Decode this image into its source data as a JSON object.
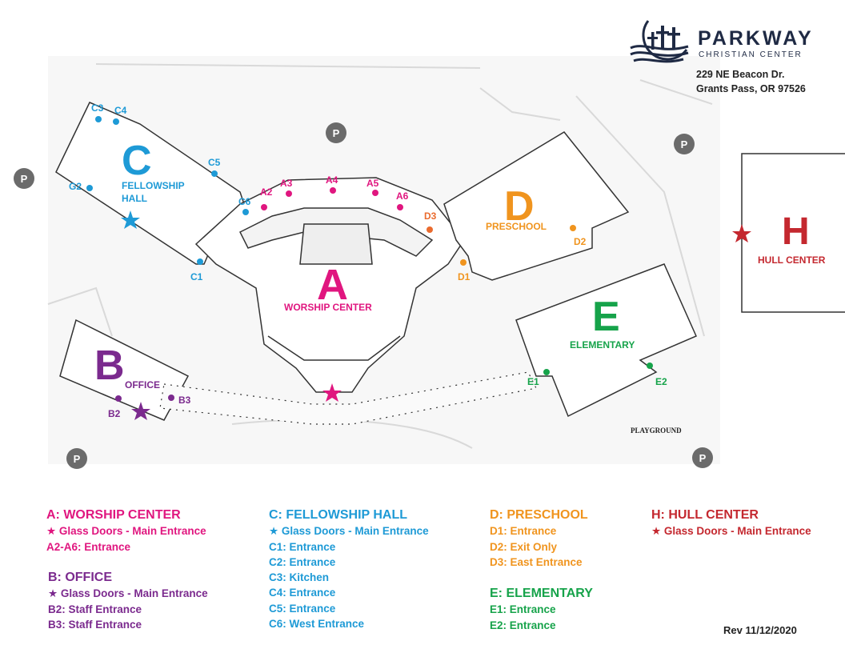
{
  "brand": {
    "name": "PARKWAY",
    "subtitle": "CHRISTIAN CENTER",
    "address_line1": "229 NE Beacon Dr.",
    "address_line2": "Grants Pass, OR 97526"
  },
  "map": {
    "parking_letter": "P",
    "buildings": [
      {
        "letter": "A",
        "label": "WORSHIP CENTER",
        "color": "#e0167f"
      },
      {
        "letter": "B",
        "label": "OFFICE",
        "color": "#7b2a8e"
      },
      {
        "letter": "C",
        "label_line1": "FELLOWSHIP",
        "label_line2": "HALL",
        "color": "#1e9ad6"
      },
      {
        "letter": "D",
        "label": "PRESCHOOL",
        "color": "#f0941e"
      },
      {
        "letter": "E",
        "label": "ELEMENTARY",
        "color": "#16a34a"
      },
      {
        "letter": "H",
        "label": "HULL CENTER",
        "color": "#c4282f"
      }
    ],
    "playground": "PLAYGROUND",
    "pins": {
      "a2": "A2",
      "a3": "A3",
      "a4": "A4",
      "a5": "A5",
      "a6": "A6",
      "b2": "B2",
      "b3": "B3",
      "c1": "C1",
      "c3": "C3",
      "c4": "C4",
      "c5": "C5",
      "c6": "C6",
      "g2": "G2",
      "d1": "D1",
      "d2": "D2",
      "d3": "D3",
      "e1": "E1",
      "e2": "E2"
    }
  },
  "legend": {
    "a": {
      "title": "A: WORSHIP CENTER",
      "items": [
        "Glass Doors - Main Entrance",
        "A2-A6: Entrance"
      ]
    },
    "b": {
      "title": "B: OFFICE",
      "items": [
        "Glass Doors - Main Entrance",
        "B2: Staff Entrance",
        "B3: Staff Entrance"
      ]
    },
    "c": {
      "title": "C: FELLOWSHIP HALL",
      "items": [
        "Glass Doors - Main Entrance",
        "C1: Entrance",
        "C2: Entrance",
        "C3: Kitchen",
        "C4: Entrance",
        "C5: Entrance",
        "C6: West Entrance"
      ]
    },
    "d": {
      "title": "D: PRESCHOOL",
      "items": [
        "D1: Entrance",
        "D2: Exit Only",
        "D3: East Entrance"
      ]
    },
    "e": {
      "title": "E: ELEMENTARY",
      "items": [
        "E1: Entrance",
        "E2: Entrance"
      ]
    },
    "h": {
      "title": "H: HULL CENTER",
      "items": [
        "Glass Doors - Main Entrance"
      ]
    }
  },
  "revision": "Rev 11/12/2020",
  "colors": {
    "worship": "#e0167f",
    "office": "#7b2a8e",
    "fellowship": "#1e9ad6",
    "preschool": "#f0941e",
    "elementary": "#16a34a",
    "hull": "#c4282f",
    "parking": "#6b6b6b",
    "brand": "#1f2a44"
  },
  "icons": {
    "star": "star-icon",
    "parking": "parking-icon",
    "logo": "crosses-logo-icon"
  }
}
